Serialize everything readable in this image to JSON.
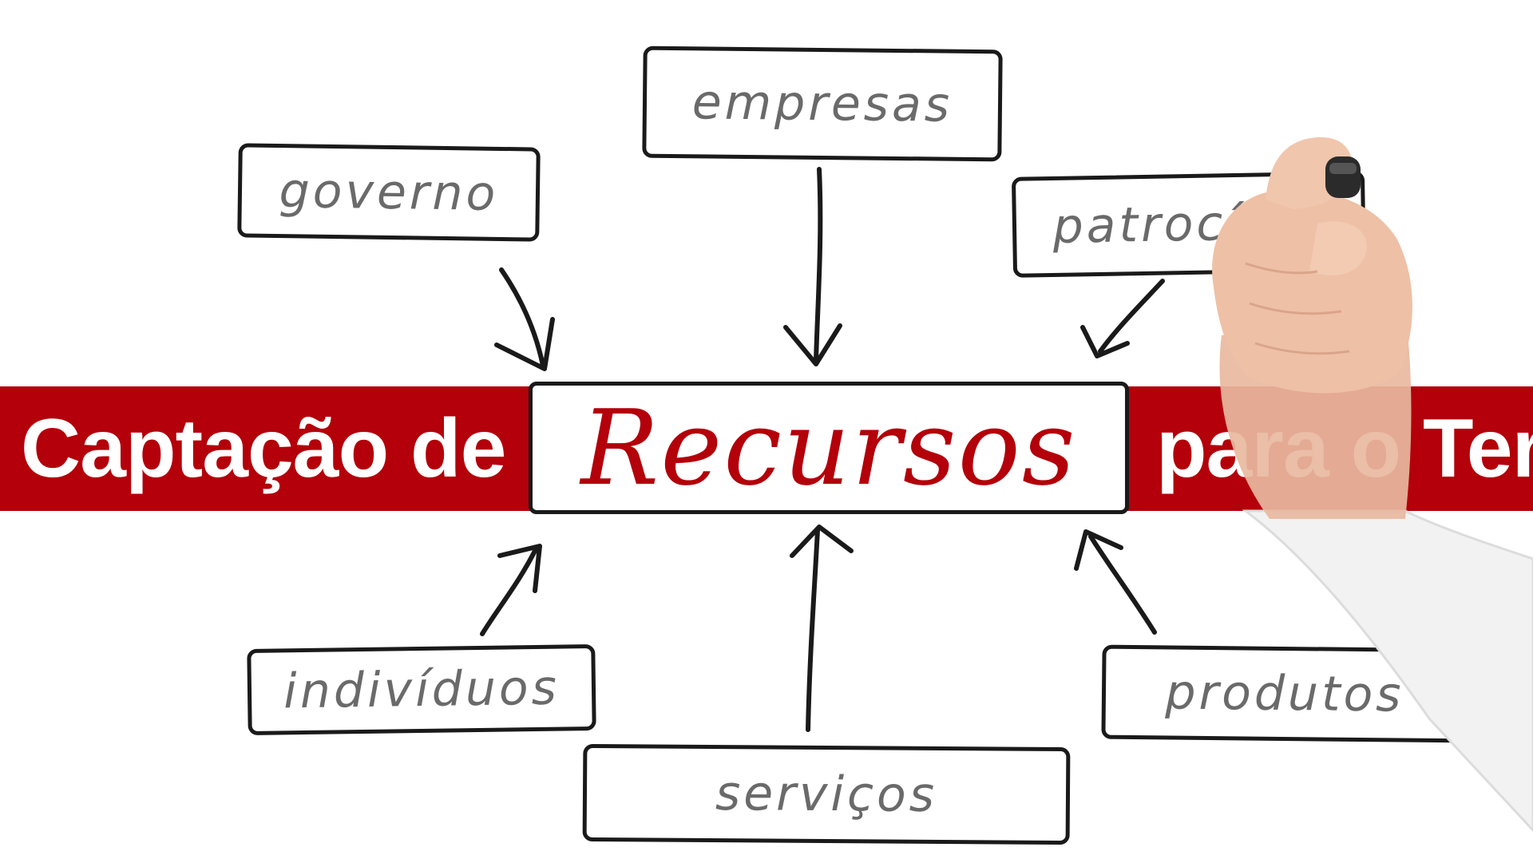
{
  "banner": {
    "left_text": "Captação de",
    "right_text": "para o Ter",
    "color": "#b3000a"
  },
  "center": {
    "label": "Recursos",
    "color": "#b3000a"
  },
  "nodes": {
    "empresas": "empresas",
    "governo": "governo",
    "patrocinio": "patrocínio",
    "individuos": "indivíduos",
    "servicos": "serviços",
    "produtos": "produtos"
  },
  "colors": {
    "outline": "#1a1a1a",
    "node_text": "#6a6a6a",
    "background": "#ffffff"
  },
  "icons": {
    "hand": "hand-holding-marker-icon"
  }
}
